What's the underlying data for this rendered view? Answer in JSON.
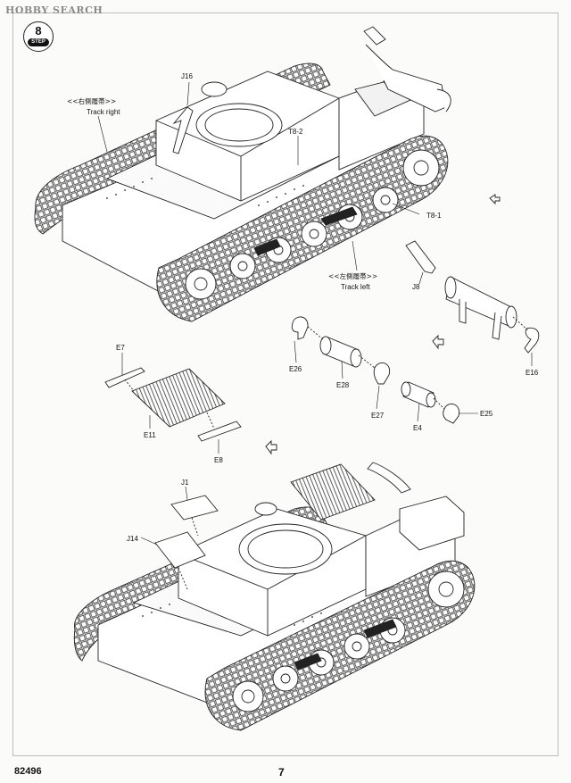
{
  "watermark": "HOBBY SEARCH",
  "step_badge": {
    "number": "8",
    "label": "STEP"
  },
  "footer": {
    "kit_number": "82496",
    "page_number": "7"
  },
  "labels": {
    "track_right_cn": "<<右側履帯>>",
    "track_right_en": "Track right",
    "track_left_cn": "<<左側履帯>>",
    "track_left_en": "Track left",
    "j16": "J16",
    "t8_2": "T8-2",
    "t8_1": "T8-1",
    "j8": "J8",
    "e16": "E16",
    "e26": "E26",
    "e28": "E28",
    "e27": "E27",
    "e4": "E4",
    "e25": "E25",
    "e7": "E7",
    "e11": "E11",
    "e8": "E8",
    "j1": "J1",
    "j14": "J14"
  }
}
